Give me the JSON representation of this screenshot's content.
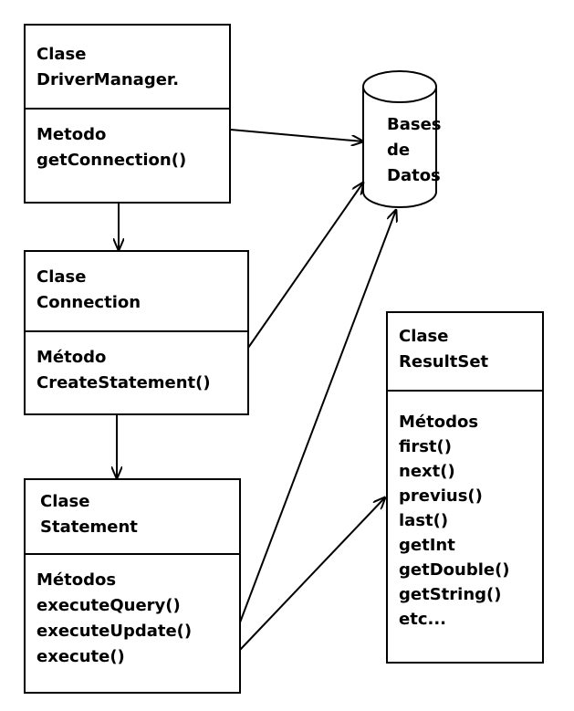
{
  "diagram": {
    "driver_manager": {
      "header": [
        "Clase",
        "DriverManager."
      ],
      "body": [
        "Metodo",
        "getConnection()"
      ]
    },
    "connection": {
      "header": [
        "Clase",
        "Connection"
      ],
      "body": [
        "Método",
        "CreateStatement()"
      ]
    },
    "statement": {
      "header": [
        "Clase",
        "Statement"
      ],
      "body": [
        "Métodos",
        "executeQuery()",
        "executeUpdate()",
        "execute()"
      ]
    },
    "resultset": {
      "header": [
        "Clase",
        "ResultSet"
      ],
      "body": [
        "Métodos",
        "first()",
        "next()",
        "previus()",
        "last()",
        "getInt",
        "getDouble()",
        "getString()",
        "etc..."
      ]
    },
    "database": {
      "label": [
        "Bases",
        "de",
        "Datos"
      ]
    }
  }
}
